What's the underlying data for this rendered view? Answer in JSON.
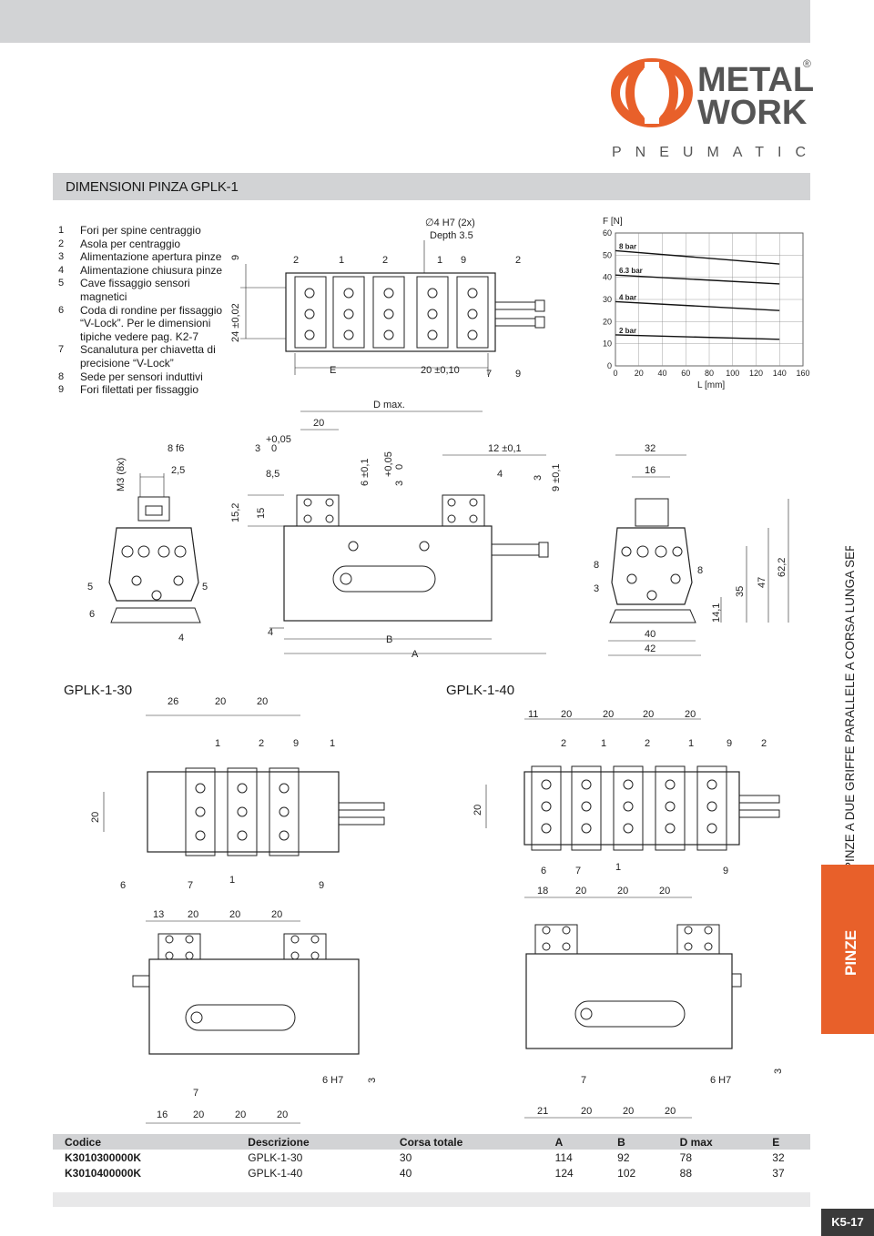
{
  "brand": {
    "line1": "METAL",
    "line2": "WORK",
    "sub": "PNEUMATIC",
    "registered": "®",
    "accent": "#e8602a"
  },
  "section_title": "DIMENSIONI PINZA GPLK-1",
  "legend": [
    {
      "num": "1",
      "text": "Fori per spine centraggio"
    },
    {
      "num": "2",
      "text": "Asola per centraggio"
    },
    {
      "num": "3",
      "text": "Alimentazione apertura pinze"
    },
    {
      "num": "4",
      "text": "Alimentazione chiusura pinze"
    },
    {
      "num": "5",
      "text": "Cave fissaggio sensori magnetici"
    },
    {
      "num": "6",
      "text": "Coda di rondine per fissaggio “V-Lock”. Per le dimensioni tipiche vedere pag. K2-7"
    },
    {
      "num": "7",
      "text": "Scanalutura per chiavetta di precisione “V-Lock”"
    },
    {
      "num": "8",
      "text": "Sede per sensori induttivi"
    },
    {
      "num": "9",
      "text": "Fori filettati per fissaggio"
    }
  ],
  "top_view_labels": {
    "hole": "∅4 H7 (2x)",
    "depth": "Depth 3.5",
    "callouts": [
      "2",
      "1",
      "2",
      "1",
      "9",
      "2"
    ],
    "dim_left": "24 ±0,02",
    "dim_9": "9",
    "dim_e": "E",
    "dim_20": "20 ±0,10",
    "c7": "7",
    "c9": "9"
  },
  "front_view_labels": {
    "d_max": "D max.",
    "d20": "20",
    "tol_top": "+0,05",
    "tol_3": "3",
    "tol_0": "0",
    "d85": "8,5",
    "d6": "6 ±0,1",
    "tol_b": "+0,05",
    "tol_b3": "3",
    "tol_b0": "0",
    "d12": "12 ±0,1",
    "d4": "4",
    "d3": "3",
    "d9": "9 ±0,1",
    "d15_2": "15,2",
    "d15": "15",
    "d4b": "4",
    "b": "B",
    "a": "A"
  },
  "left_view_labels": {
    "m3": "M3 (8x)",
    "f6": "8 f6",
    "d25": "2,5",
    "c5a": "5",
    "c5b": "5",
    "c6": "6",
    "c4": "4"
  },
  "right_view_labels": {
    "d32": "32",
    "d16": "16",
    "c8a": "8",
    "c8b": "8",
    "c3": "3",
    "d14": "14,1",
    "d35": "35",
    "d47": "47",
    "d62": "62,2",
    "d40": "40",
    "d42": "42"
  },
  "gplk30": {
    "label": "GPLK-1-30",
    "top_dims": [
      "26",
      "20",
      "20"
    ],
    "callouts_top": [
      "1",
      "2",
      "9",
      "1"
    ],
    "dim_20": "20",
    "callouts_bottom": [
      "6",
      "7",
      "1",
      "9"
    ],
    "front_dims": [
      "13",
      "20",
      "20",
      "20"
    ],
    "bottom_dims": [
      "16",
      "20",
      "20",
      "20"
    ],
    "c7": "7",
    "h7": "6 H7",
    "d3": "3"
  },
  "gplk40": {
    "label": "GPLK-1-40",
    "top_dims": [
      "11",
      "20",
      "20",
      "20",
      "20"
    ],
    "callouts_top": [
      "2",
      "1",
      "2",
      "1",
      "9",
      "2"
    ],
    "dim_20": "20",
    "callouts_bottom": [
      "6",
      "7",
      "1",
      "9"
    ],
    "mid_dims": [
      "18",
      "20",
      "20",
      "20"
    ],
    "bottom_dims": [
      "21",
      "20",
      "20",
      "20"
    ],
    "c7": "7",
    "h7": "6 H7",
    "d3": "3"
  },
  "chart_data": {
    "type": "line",
    "ylabel": "F [N]",
    "xlabel": "L [mm]",
    "xlim": [
      0,
      160
    ],
    "ylim": [
      0,
      60
    ],
    "xticks": [
      "0",
      "20",
      "40",
      "60",
      "80",
      "100",
      "120",
      "140",
      "160"
    ],
    "yticks": [
      "0",
      "10",
      "20",
      "30",
      "40",
      "50",
      "60"
    ],
    "grid": true,
    "series": [
      {
        "name": "8 bar",
        "x": [
          0,
          140
        ],
        "y": [
          52,
          46
        ]
      },
      {
        "name": "6.3 bar",
        "x": [
          0,
          140
        ],
        "y": [
          41,
          37
        ]
      },
      {
        "name": "4 bar",
        "x": [
          0,
          140
        ],
        "y": [
          29,
          25
        ]
      },
      {
        "name": "2 bar",
        "x": [
          0,
          140
        ],
        "y": [
          14,
          12
        ]
      }
    ]
  },
  "side_tab": "PINZE A DUE GRIFFE PARALLELE A CORSA LUNGA SERIE GPLK",
  "tab_label": "PINZE",
  "table": {
    "headers": [
      "Codice",
      "Descrizione",
      "Corsa totale",
      "A",
      "B",
      "D max",
      "E"
    ],
    "rows": [
      [
        "K3010300000K",
        "GPLK-1-30",
        "30",
        "114",
        "92",
        "78",
        "32"
      ],
      [
        "K3010400000K",
        "GPLK-1-40",
        "40",
        "124",
        "102",
        "88",
        "37"
      ]
    ]
  },
  "page_number": "K5-17"
}
